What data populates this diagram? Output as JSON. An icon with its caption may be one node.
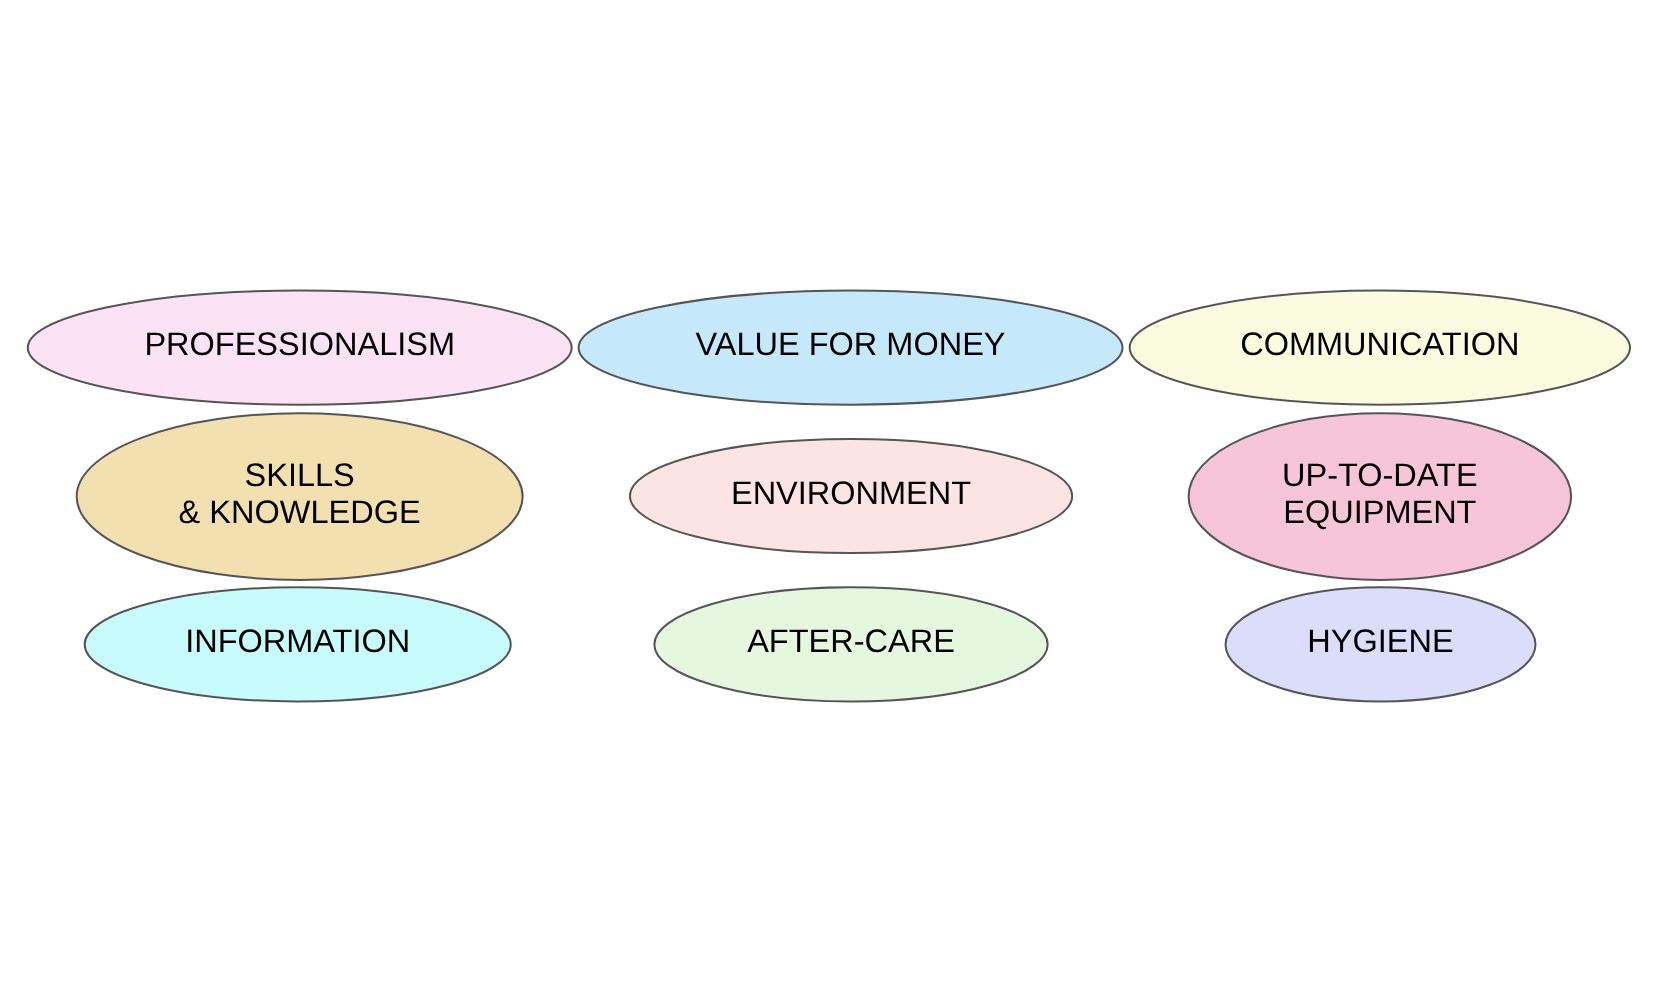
{
  "diagram": {
    "nodes": [
      {
        "text": [
          "SKILLS & KNOWLEDGE"
        ]
      },
      {
        "text": [
          "ENVIRONMENT"
        ]
      },
      {
        "text": [
          "UP-TO-DATE EQUIPMENT"
        ]
      },
      {
        "text": [
          "COMMUNICATION"
        ]
      },
      {
        "text": [
          "PROFESSIONALISM"
        ]
      },
      {
        "text": [
          "INFORMATION"
        ]
      },
      {
        "text": [
          "HYGIENE"
        ]
      },
      {
        "text": [
          "AFTER-CARE"
        ]
      },
      {
        "text": [
          "VALUE FOR MONEY"
        ]
      }
    ]
  }
}
